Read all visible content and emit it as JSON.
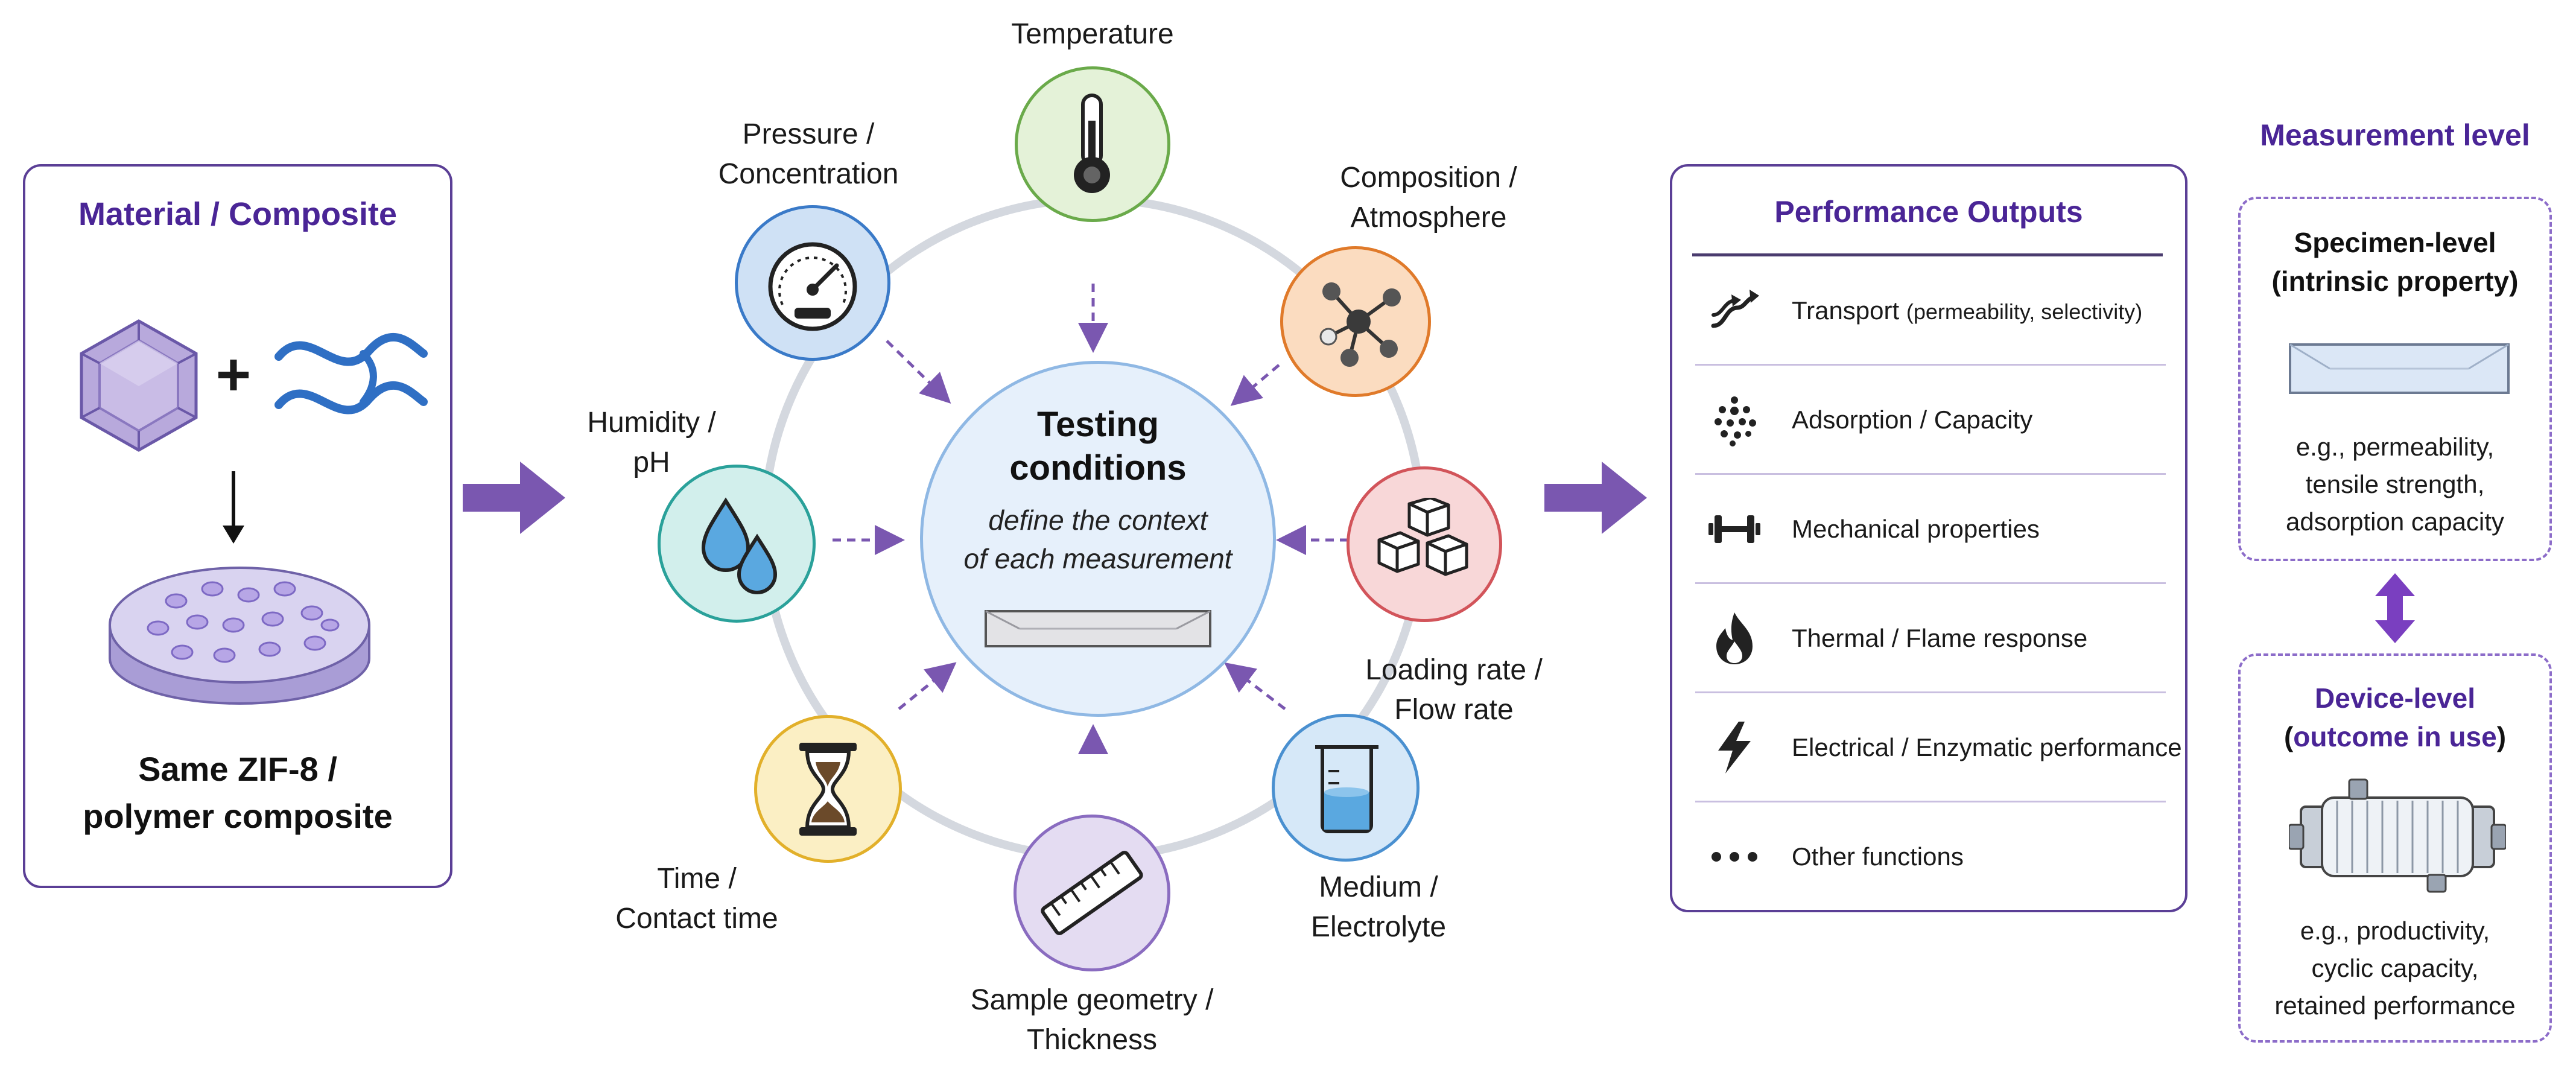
{
  "material_panel": {
    "title": "Material / Composite",
    "plus": "+",
    "caption_line1": "Same ZIF-8 /",
    "caption_line2": "polymer composite"
  },
  "center": {
    "title_line1": "Testing",
    "title_line2": "conditions",
    "subtitle_line1": "define the context",
    "subtitle_line2": "of each measurement"
  },
  "conditions": [
    {
      "key": "temperature",
      "line1": "Temperature",
      "line2": "",
      "color": "#6aaa4a",
      "fill": "#e4f2d8"
    },
    {
      "key": "pressure",
      "line1": "Pressure /",
      "line2": "Concentration",
      "color": "#3a7ac8",
      "fill": "#cfe1f5"
    },
    {
      "key": "composition",
      "line1": "Composition /",
      "line2": "Atmosphere",
      "color": "#e07a2a",
      "fill": "#fbdcc0"
    },
    {
      "key": "humidity",
      "line1": "Humidity /",
      "line2": "pH",
      "color": "#2aa19a",
      "fill": "#d2efec"
    },
    {
      "key": "loading",
      "line1": "Loading rate /",
      "line2": "Flow rate",
      "color": "#d2545a",
      "fill": "#f8d7d8"
    },
    {
      "key": "time",
      "line1": "Time /",
      "line2": "Contact time",
      "color": "#e2b02a",
      "fill": "#fbefc4"
    },
    {
      "key": "medium",
      "line1": "Medium /",
      "line2": "Electrolyte",
      "color": "#4a90d0",
      "fill": "#d6e8f8"
    },
    {
      "key": "geometry",
      "line1": "Sample geometry /",
      "line2": "Thickness",
      "color": "#8a6cc0",
      "fill": "#e4dcf2"
    }
  ],
  "outputs_panel": {
    "title": "Performance Outputs",
    "rows": [
      {
        "icon": "transport-arrows-icon",
        "label": "Transport",
        "detail": "(permeability, selectivity)"
      },
      {
        "icon": "adsorption-dots-icon",
        "label": "Adsorption / Capacity",
        "detail": ""
      },
      {
        "icon": "dumbbell-icon",
        "label": "Mechanical properties",
        "detail": ""
      },
      {
        "icon": "flame-icon",
        "label": "Thermal / Flame response",
        "detail": ""
      },
      {
        "icon": "lightning-icon",
        "label": "Electrical / Enzymatic performance",
        "detail": ""
      },
      {
        "icon": "ellipsis-icon",
        "label": "Other functions",
        "detail": ""
      }
    ]
  },
  "measurement": {
    "heading": "Measurement level",
    "specimen": {
      "title_line1": "Specimen-level",
      "title_line2": "(intrinsic property)",
      "text_line1": "e.g., permeability,",
      "text_line2": "tensile strength,",
      "text_line3": "adsorption capacity"
    },
    "device": {
      "title_line1": "Device-level",
      "title_line2": "outcome in use",
      "paren_open": "(",
      "paren_close": ")",
      "text_line1": "e.g., productivity,",
      "text_line2": "cyclic capacity,",
      "text_line3": "retained performance"
    }
  },
  "colors": {
    "accent_purple": "#5b3f96",
    "title_purple": "#4a2596",
    "arrow_purple": "#7a57b0",
    "ring_gray": "#d4d8df",
    "center_fill": "#e6f0fb",
    "center_stroke": "#8fb8e4"
  }
}
